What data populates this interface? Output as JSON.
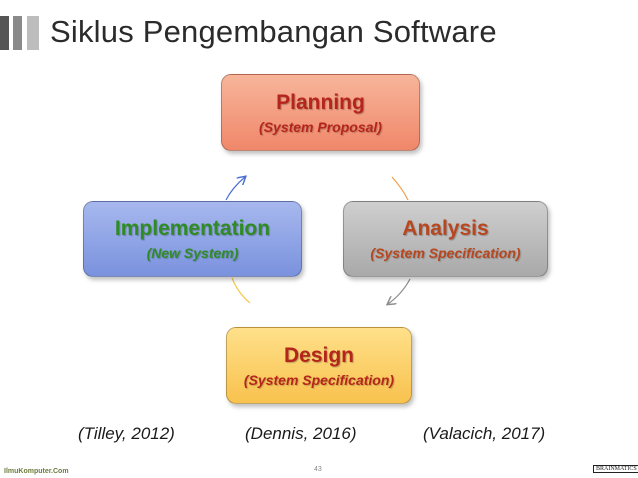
{
  "title": "Siklus Pengembangan Software",
  "colors": {
    "bar_dark": "#555555",
    "bar_mid": "#8a8a8a",
    "bar_light": "#bdbdbd",
    "arrow_orange": "#f0a04b",
    "arrow_yellow": "#f2c94c",
    "arrow_blue": "#4a6fd0",
    "arrow_gray": "#8c8c8c"
  },
  "boxes": {
    "planning": {
      "label": "Planning",
      "sub": "(System Proposal)"
    },
    "analysis": {
      "label": "Analysis",
      "sub": "(System Specification)"
    },
    "design": {
      "label": "Design",
      "sub": "(System Specification)"
    },
    "implementation": {
      "label": "Implementation",
      "sub": "(New System)"
    }
  },
  "references": {
    "tilley": "(Tilley, 2012)",
    "dennis": "(Dennis, 2016)",
    "valacich": "(Valacich, 2017)"
  },
  "footer": {
    "site": "IlmuKomputer.Com",
    "page_number": "43",
    "logo": "BRAINMATICS"
  }
}
